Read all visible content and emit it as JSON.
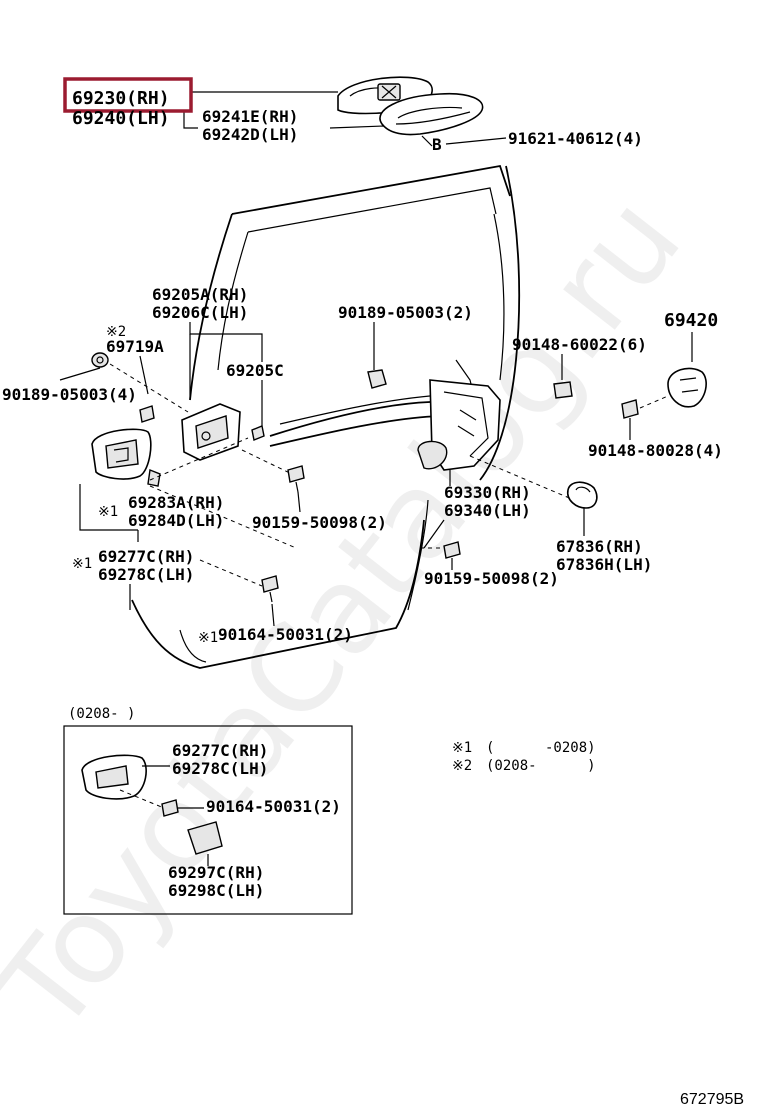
{
  "highlight_color": "#9b1b30",
  "watermark": "ToyotaCatalog.ru",
  "labels": {
    "p69230": "69230(RH)",
    "p69240": "69240(LH)",
    "p69241E": "69241E(RH)",
    "p69242D": "69242D(LH)",
    "p91621": "91621-40612(4)",
    "callout_b": "B",
    "p69205A": "69205A(RH)",
    "p69206C": "69206C(LH)",
    "note2_mark": "※2",
    "p69719A": "69719A",
    "p90189_left": "90189-05003(4)",
    "p69205C": "69205C",
    "p90189_top": "90189-05003(2)",
    "p90148_60022": "90148-60022(6)",
    "p69420": "69420",
    "p90148_80028": "90148-80028(4)",
    "note1_mark_a": "※1",
    "p69283A": "69283A(RH)",
    "p69284D": "69284D(LH)",
    "p90159_a": "90159-50098(2)",
    "p69330": "69330(RH)",
    "p69340": "69340(LH)",
    "p67836": "67836(RH)",
    "p67836H": "67836H(LH)",
    "note1_mark_b": "※1",
    "p69277C": "69277C(RH)",
    "p69278C": "69278C(LH)",
    "p90159_b": "90159-50098(2)",
    "note1_mark_c": "※1",
    "p90164_main": "90164-50031(2)"
  },
  "inset": {
    "date_range": "(0208-  )",
    "p69277C": "69277C(RH)",
    "p69278C": "69278C(LH)",
    "p90164": "90164-50031(2)",
    "p69297C": "69297C(RH)",
    "p69298C": "69298C(LH)"
  },
  "notes": [
    {
      "mark": "※1",
      "text": "(      -0208)"
    },
    {
      "mark": "※2",
      "text": "(0208-      )"
    }
  ],
  "diagram_code": "672795B"
}
